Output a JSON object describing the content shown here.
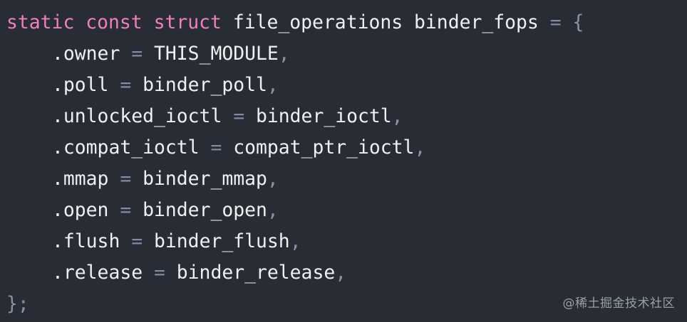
{
  "code": {
    "header": {
      "kw1": "static",
      "kw2": "const",
      "kw3": "struct",
      "type": "file_operations",
      "name": "binder_fops",
      "assign": "=",
      "open_brace": "{"
    },
    "fields": [
      {
        "field": ".owner",
        "op": "=",
        "value": "THIS_MODULE",
        "comma": ","
      },
      {
        "field": ".poll",
        "op": "=",
        "value": "binder_poll",
        "comma": ","
      },
      {
        "field": ".unlocked_ioctl",
        "op": "=",
        "value": "binder_ioctl",
        "comma": ","
      },
      {
        "field": ".compat_ioctl",
        "op": "=",
        "value": "compat_ptr_ioctl",
        "comma": ","
      },
      {
        "field": ".mmap",
        "op": "=",
        "value": "binder_mmap",
        "comma": ","
      },
      {
        "field": ".open",
        "op": "=",
        "value": "binder_open",
        "comma": ","
      },
      {
        "field": ".flush",
        "op": "=",
        "value": "binder_flush",
        "comma": ","
      },
      {
        "field": ".release",
        "op": "=",
        "value": "binder_release",
        "comma": ","
      }
    ],
    "closing": "};"
  },
  "watermark": "@稀土掘金技术社区",
  "colors": {
    "background": "#282c34",
    "keyword": "#f07fc0",
    "operator": "#7e8ca6",
    "text": "#f0f0f0"
  }
}
